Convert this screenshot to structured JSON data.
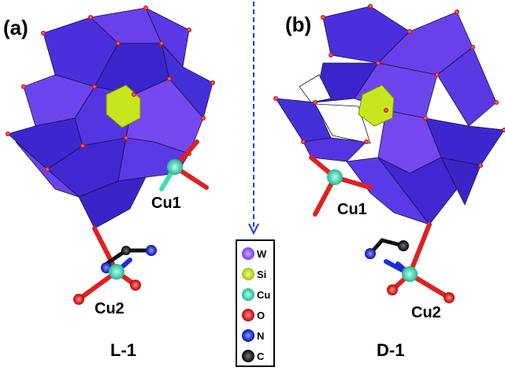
{
  "panels": [
    {
      "tag": "(a)",
      "copper_top": "Cu1",
      "copper_bottom": "Cu2",
      "isomer": "L-1"
    },
    {
      "tag": "(b)",
      "copper_top": "Cu1",
      "copper_bottom": "Cu2",
      "isomer": "D-1"
    }
  ],
  "legend": [
    {
      "symbol": "W",
      "color": "#8a4bff"
    },
    {
      "symbol": "Si",
      "color": "#c8e61e"
    },
    {
      "symbol": "Cu",
      "color": "#3fe0b0"
    },
    {
      "symbol": "O",
      "color": "#e02020"
    },
    {
      "symbol": "N",
      "color": "#1a2fd8"
    },
    {
      "symbol": "C",
      "color": "#111111"
    }
  ],
  "colors": {
    "polyhedron_dark": "#3b2ad6",
    "polyhedron_mid": "#5a37e8",
    "polyhedron_light": "#7a4cf0",
    "silicon_core": "#c8e61e",
    "copper_bond": "#3fe0b0",
    "oxygen_bond": "#e02020",
    "mirror_arrow": "#1a3fd8"
  }
}
